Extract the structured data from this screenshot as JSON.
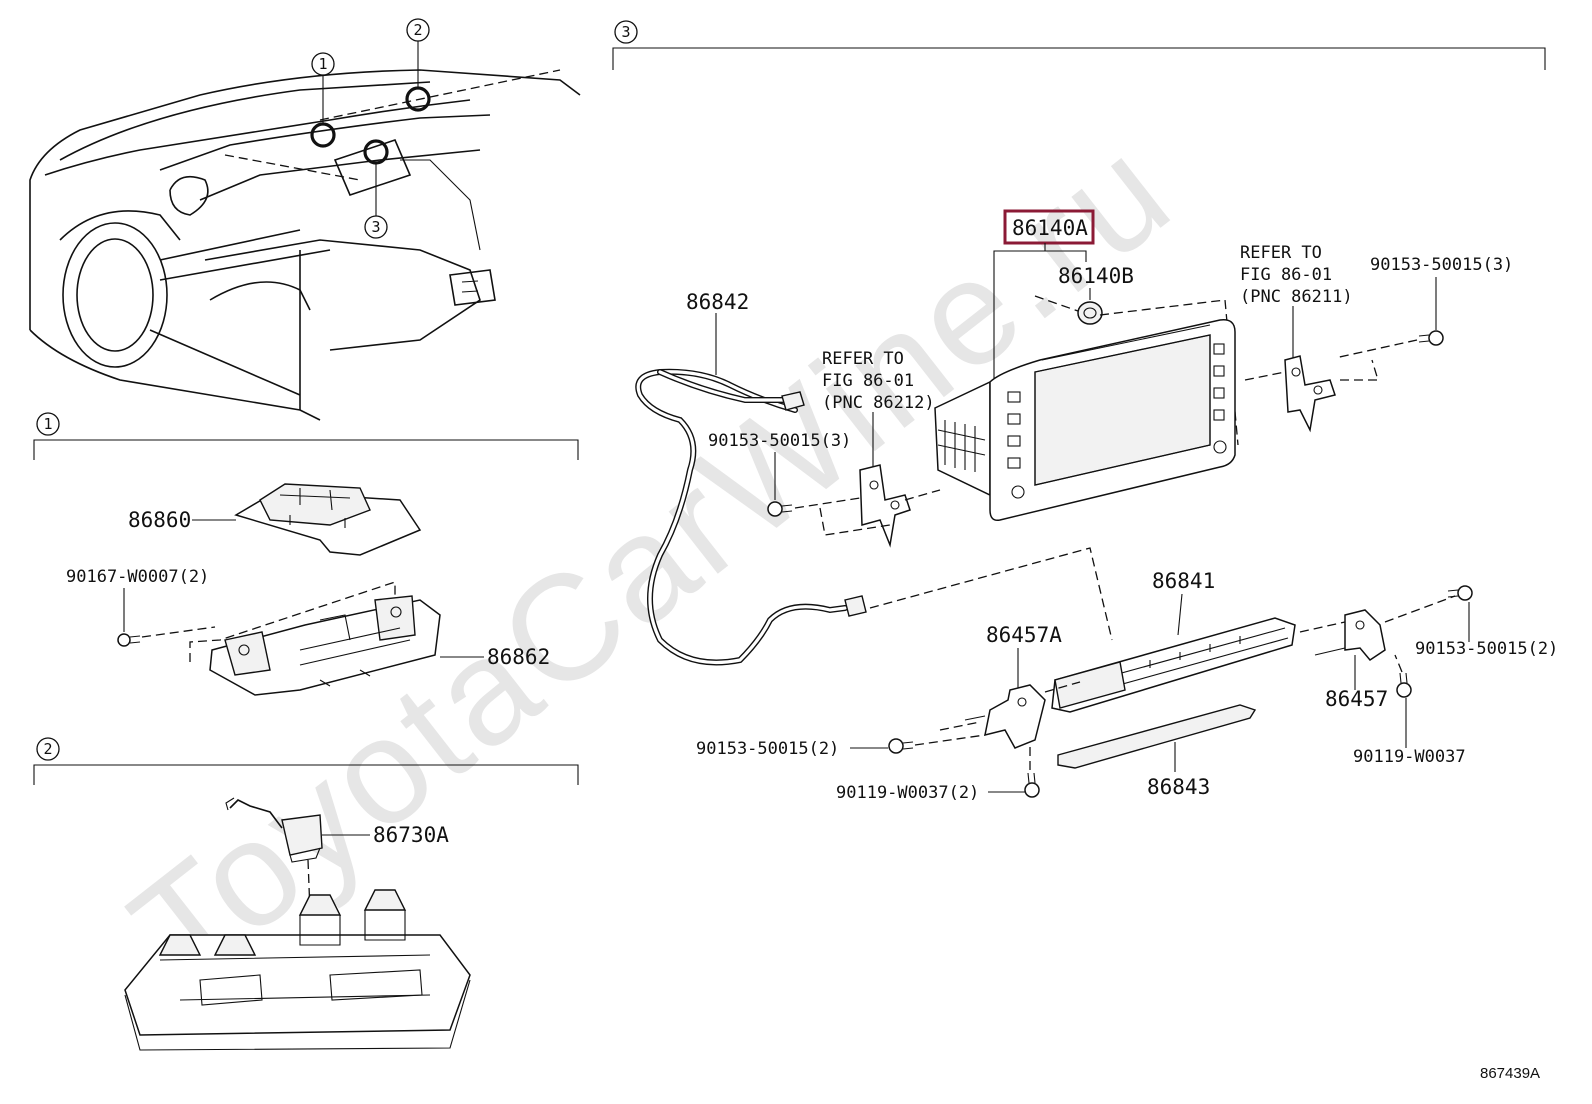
{
  "diagram_id": "867439A",
  "watermark": "ToyotaCarWine.ru",
  "callouts": [
    "1",
    "2",
    "3"
  ],
  "parts": {
    "p86140A": "86140A",
    "p86140B": "86140B",
    "p86842": "86842",
    "p86841": "86841",
    "p86843": "86843",
    "p86457A": "86457A",
    "p86457": "86457",
    "p86860": "86860",
    "p86862": "86862",
    "p86730A": "86730A",
    "bolt_90153_3_left": "90153-50015(3)",
    "bolt_90153_3_right": "90153-50015(3)",
    "bolt_90153_2_left": "90153-50015(2)",
    "bolt_90153_2_right": "90153-50015(2)",
    "screw_90119_2": "90119-W0037(2)",
    "screw_90119": "90119-W0037",
    "screw_90167_2": "90167-W0007(2)"
  },
  "refer_left": [
    "REFER TO",
    "FIG 86-01",
    "(PNC 86212)"
  ],
  "refer_right": [
    "REFER TO",
    "FIG 86-01",
    "(PNC 86211)"
  ],
  "highlight_color": "#8b1a35"
}
